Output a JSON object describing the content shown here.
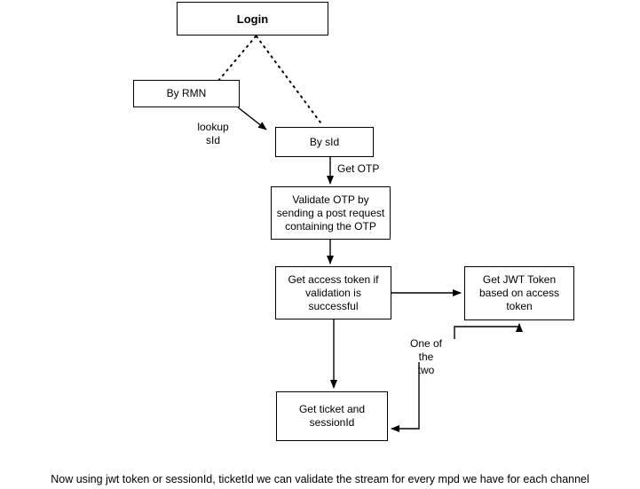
{
  "diagram": {
    "title_node": {
      "label": "Login"
    },
    "nodes": [
      {
        "id": "login",
        "label": "Login"
      },
      {
        "id": "by-rmn",
        "label": "By RMN"
      },
      {
        "id": "by-sid",
        "label": "By sId"
      },
      {
        "id": "validate-otp",
        "label": "Validate OTP by sending a post request containing the OTP"
      },
      {
        "id": "access-token",
        "label": "Get access token if validation is successful"
      },
      {
        "id": "jwt-token",
        "label": "Get JWT Token based on access token"
      },
      {
        "id": "ticket",
        "label": "Get ticket and sessionId"
      }
    ],
    "edge_labels": [
      {
        "id": "lookup-sid",
        "label": "lookup\nsId"
      },
      {
        "id": "get-otp",
        "label": "Get OTP"
      },
      {
        "id": "one-of-two",
        "label": "One of\nthe\ntwo"
      }
    ],
    "caption": "Now using jwt token or sessionId, ticketId we can validate the stream for every mpd we have for each channel",
    "colors": {
      "stroke": "#000000",
      "fill": "#ffffff",
      "text": "#000000"
    }
  }
}
